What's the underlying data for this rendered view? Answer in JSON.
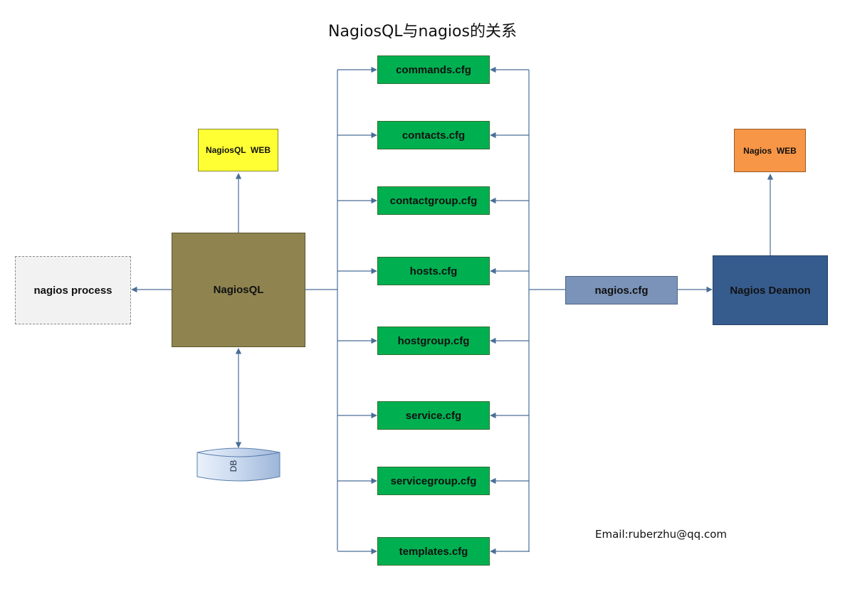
{
  "title": "NagiosQL与nagios的关系",
  "nodes": {
    "nagios_process": "nagios process",
    "nagiosql": "NagiosQL",
    "nagiosql_web": "NagiosQL  WEB",
    "db": "DB",
    "nagios_cfg": "nagios.cfg",
    "nagios_daemon": "Nagios Deamon",
    "nagios_web": "Nagios  WEB"
  },
  "cfg_files": [
    "commands.cfg",
    "contacts.cfg",
    "contactgroup.cfg",
    "hosts.cfg",
    "hostgroup.cfg",
    "service.cfg",
    "servicegroup.cfg",
    "templates.cfg"
  ],
  "email": "Email:ruberzhu@qq.com",
  "colors": {
    "cfg_fill": "#00b050",
    "nagiosql_fill": "#8f8450",
    "nagiosql_web_fill": "#ffff33",
    "nagios_web_fill": "#f79646",
    "nagios_cfg_fill": "#7b93b8",
    "daemon_fill": "#365c8e",
    "process_fill": "#f2f2f2",
    "connector": "#4a6e96"
  }
}
